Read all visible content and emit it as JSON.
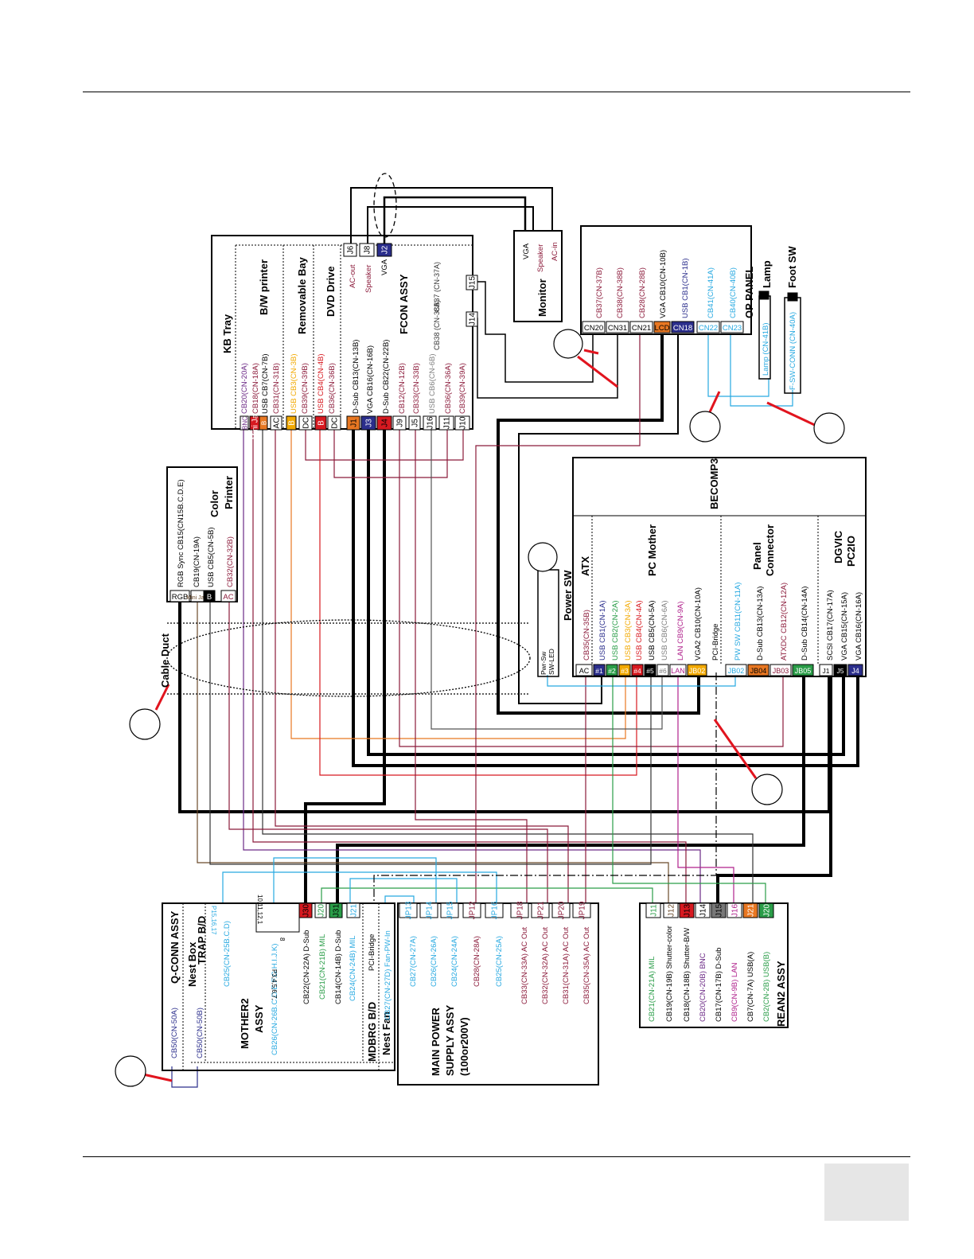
{
  "colors": {
    "black": "#000000",
    "blue": "#2b2e8c",
    "red": "#d71920",
    "orange": "#e87722",
    "green": "#2a9d48",
    "cyan": "#27a9e1",
    "purple": "#6c2a86",
    "magenta": "#b0228c",
    "maroon": "#8b1a3a",
    "brown": "#6b4a2a",
    "gray": "#808080",
    "yellow": "#f2a900",
    "callout_red": "#e1141e"
  },
  "modules": {
    "kb_tray": {
      "title": "KB Tray",
      "bw_printer": "B/W printer",
      "removable_bay": "Removable Bay",
      "dvd_drive": "DVD Drive",
      "fcon": "FCON ASSY",
      "cables": [
        "CB20(CN-20A)",
        "CB18(CN-18A)",
        "USB  CB7(CN-7B)",
        "CB31(CN-31B)",
        "USB CB3(CN-3B)",
        "CB39(CN-39B)",
        "USB CB4(CN-4B)",
        "CB36(CN-36B)",
        "D-Sub CB13(CN-13B)",
        "VGA CB16(CN-16B)",
        "D-Sub CB22(CN-22B)",
        "CB12(CN-12B)",
        "CB33(CN-33B)",
        "USB CB6(CN-6B)",
        "CB36(CN-36A)",
        "CB39(CN-39A)"
      ],
      "fcon_left": [
        "AC-out",
        "Speaker",
        "VGA"
      ],
      "cb37": "CB37 (CN-37A)",
      "cb38": "CB38 (CN-38A)",
      "ports": [
        "BNC",
        "Mini Jack",
        "B",
        "AC",
        "B",
        "DC",
        "B",
        "DC",
        "J1",
        "J3",
        "J4",
        "J9",
        "J5",
        "J16",
        "J11",
        "J10"
      ],
      "side_ports": [
        "J6",
        "J8",
        "J2"
      ],
      "cb_ports": [
        "J15",
        "J14"
      ]
    },
    "monitor": {
      "title": "Monitor",
      "labels": [
        "VGA",
        "Speaker",
        "AC-in"
      ]
    },
    "op_panel": {
      "title": "OP PANEL",
      "cables": [
        "CB37(CN-37B)",
        "CB38(CN-38B)",
        "CB28(CN-28B)",
        "VGA CB10(CN-10B)",
        "USB CB1(CN-1B)",
        "CB41(CN-41A)",
        "CB40(CN-40B)"
      ],
      "ports": [
        "CN20",
        "CN31",
        "CN21",
        "LCD",
        "CN18",
        "CN22",
        "CN23"
      ],
      "lamp": "Lamp",
      "lamp_cable": "Lamp (CN-41B)",
      "foot_sw": "Foot SW",
      "foot_cable": "F-SW-CONN  (CN-40A)"
    },
    "color_printer": {
      "title_line1": "Color",
      "title_line2": "Printer",
      "cables": [
        "RGB Sync CB15(CN15B.C.D.E)",
        "CB19(CN-19A)",
        "USB CB5(CN-5B)",
        "CB32(CN-32B)"
      ],
      "ports": [
        "RGB",
        "Mini Jack",
        "B",
        "AC"
      ]
    },
    "cable_duct": "Cable Duct",
    "power_sw": {
      "title": "Power SW",
      "labels": [
        "Pwr-Sw",
        "SW-LED"
      ]
    },
    "becomp3": {
      "title": "BECOMP3",
      "atx": "ATX",
      "pc_mother": "PC Mother",
      "panel_connector_1": "Panel",
      "panel_connector_2": "Connector",
      "dgvic_1": "DGVIC",
      "dgvic_2": "PC2IO",
      "atx_cables": [
        "CB35(CN-35B)"
      ],
      "mother_cables": [
        "USB CB1(CN-1A)",
        "USB CB2(CN-2A)",
        "USB CB3(CN-3A)",
        "USB CB4(CN-4A)",
        "USB CB5(CN-5A)",
        "USB CB6(CN-6A)",
        "LAN CB9(CN-9A)",
        "VGA2 CB10(CN-10A)",
        "PCI-Bridge"
      ],
      "panel_cables": [
        "PW SW  CB11(CN-11A)",
        "D-Sub CB13(CN-13A)",
        "ATXDC CB12(CN-12A)",
        "D-Sub CB14(CN-14A)"
      ],
      "dgvic_cables": [
        "SCSI CB17(CN-17A)",
        "VGA CB15(CN-15A)",
        "VGA CB16(CN-16A)"
      ],
      "ports": [
        "AC",
        "#1",
        "#2",
        "#3",
        "#4",
        "#5",
        "#6",
        "LAN",
        "JB02",
        "JB02",
        "JB04",
        "JB03",
        "JB05",
        "J1",
        "J5",
        "J4"
      ]
    },
    "q_conn": {
      "title": "Q-CONN ASSY",
      "nest_box": "Nest Box",
      "trap_bd": "TRAP B/D",
      "cb50a": "CB50(CN-50A)",
      "cb50b": "CB50(CN-50B)",
      "mother2_1": "MOTHER2",
      "mother2_2": "ASSY",
      "mdbrg": "MDBRG B/D",
      "nest_fan": "Nest Fan",
      "cables": [
        "CB25(CN-25B.C.D)",
        "CB26(CN-26B.C.D.E.F.G.H.I.J.K)",
        "CB22(CN-22A)  D-Sub",
        "CB21(CN-21B) MIL",
        "CB14(CN-14B) D-Sub",
        "CB24(CN-24B) MIL",
        "PCI-Bridge",
        "CB27(CN-27D) Fan-PW-In"
      ],
      "small_labels": [
        "P3,4,5,6,7,",
        "8",
        "P15,16,17",
        "10,11,12,1"
      ],
      "ports": [
        "J30",
        "J20",
        "J31",
        "J21"
      ]
    },
    "main_power": {
      "title_1": "MAIN POWER",
      "title_2": "SUPPLY ASSY",
      "title_3": "(100or200V)",
      "cables": [
        "CB27(CN-27A)",
        "CB26(CN-26A)",
        "CB24(CN-24A)",
        "CB28(CN-28A)",
        "CB25(CN-25A)",
        "CB33(CN-33A) AC Out",
        "CB32(CN-32A) AC Out",
        "CB31(CN-31A) AC Out",
        "CB35(CN-35A) AC Out"
      ],
      "ports": [
        "JP13",
        "JP14",
        "JP15",
        "JP12",
        "JP16",
        "JP18",
        "JP21",
        "JP20",
        "JP19"
      ]
    },
    "rean2": {
      "title": "REAN2 ASSY",
      "cables": [
        "CB21(CN-21A) MIL",
        "CB19(CN-19B) Shutter-color",
        "CB18(CN-18B) Shutter-B/W",
        "CB20(CN-20B) BNC",
        "CB17(CN-17B) D-Sub",
        "CB9(CN-9B)  LAN",
        "CB7(CN-7A)  USB(A)",
        "CB2(CN-2B)  USB(B)"
      ],
      "ports": [
        "J11",
        "J12",
        "J13",
        "J14",
        "J15",
        "J16",
        "J21",
        "J20"
      ]
    }
  }
}
